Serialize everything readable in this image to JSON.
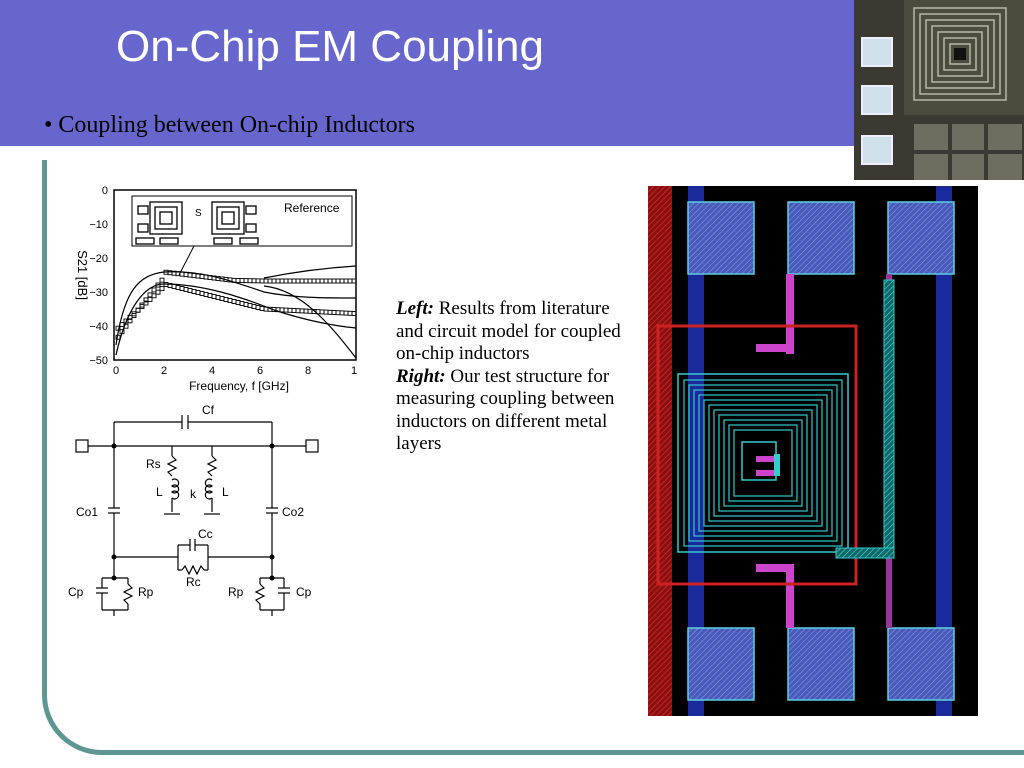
{
  "slide": {
    "title": "On-Chip EM Coupling",
    "bullet": "• Coupling between On-chip Inductors"
  },
  "description": {
    "left_label": "Left:",
    "left_text": " Results from literature and circuit model for coupled on-chip inductors",
    "right_label": "Right:",
    "right_text": " Our test structure for measuring coupling between inductors on different metal layers"
  },
  "plot": {
    "ylabel": "S21 [dB]",
    "xlabel": "Frequency, f [GHz]",
    "inset_label": "Reference",
    "inset_s": "S",
    "yticks": [
      "0",
      "−10",
      "−20",
      "−30",
      "−40",
      "−50"
    ],
    "xticks": [
      "0",
      "2",
      "4",
      "6",
      "8",
      "1"
    ]
  },
  "circuit": {
    "cf": "Cf",
    "rs": "Rs",
    "l_left": "L",
    "k": "k",
    "l_right": "L",
    "co1": "Co1",
    "co2": "Co2",
    "cc": "Cc",
    "rc": "Rc",
    "cp_left": "Cp",
    "rp_left": "Rp",
    "rp_right": "Rp",
    "cp_right": "Cp"
  },
  "colors": {
    "header": "#6666cc",
    "frame": "#5f9592",
    "layout_bg": "#000000",
    "metal_pad": "#5a6fd0",
    "cyan": "#33cccc",
    "red": "#cc2222",
    "magenta": "#cc44cc"
  }
}
